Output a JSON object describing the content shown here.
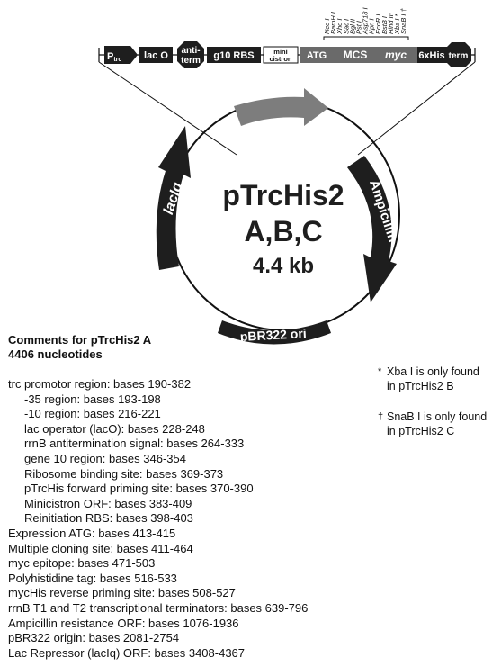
{
  "map": {
    "plasmid_name": "pTrcHis2",
    "versions": "A,B,C",
    "size": "4.4 kb",
    "arrows": {
      "laci": "lacIq",
      "ampicillin": "Ampicillin",
      "ori": "pBR322 ori"
    },
    "cassette": {
      "ptrc": "P",
      "ptrc_sub": "trc",
      "lac_o": "lac O",
      "antiterm_line1": "anti-",
      "antiterm_line2": "term",
      "g10": "g10 RBS",
      "mini_line1": "mini",
      "mini_line2": "cistron",
      "atg": "ATG",
      "mcs": "MCS",
      "myc": "myc",
      "his": "6xHis",
      "term": "term"
    },
    "sites": [
      "Nco I",
      "BamH I",
      "Xho I",
      "Sac I",
      "Bgl II",
      "Pst I",
      "Asp718 I",
      "Kpn I",
      "EcoR I",
      "BstB I",
      "Hind III",
      "Xba I *",
      "SnaB I †"
    ]
  },
  "comments": {
    "title": "Comments for pTrcHis2 A",
    "subtitle": "4406 nucleotides",
    "features": [
      {
        "name": "trc promotor region:",
        "value": "bases 190-382"
      },
      {
        "name": "-35 region:",
        "value": "bases 193-198"
      },
      {
        "name": "-10 region:",
        "value": "bases 216-221"
      },
      {
        "name": "lac operator (lacO):",
        "value": "bases 228-248"
      },
      {
        "name": "rrnB antitermination signal:",
        "value": "bases 264-333"
      },
      {
        "name": "gene 10 region:",
        "value": "bases 346-354"
      },
      {
        "name": "Ribosome binding site:",
        "value": "bases 369-373"
      },
      {
        "name": "pTrcHis forward priming site:",
        "value": "bases 370-390"
      },
      {
        "name": "Minicistron ORF:",
        "value": "bases 383-409"
      },
      {
        "name": "Reinitiation RBS:",
        "value": "bases 398-403"
      },
      {
        "name": "Expression ATG:",
        "value": "bases 413-415"
      },
      {
        "name": "Multiple cloning site:",
        "value": "bases 411-464"
      },
      {
        "name": "myc epitope:",
        "value": "bases 471-503"
      },
      {
        "name": "Polyhistidine tag:",
        "value": "bases 516-533"
      },
      {
        "name": "mycHis reverse priming site:",
        "value": "bases 508-527"
      },
      {
        "name": "rrnB T1 and T2 transcriptional terminators:",
        "value": "bases 639-796"
      },
      {
        "name": "Ampicillin resistance ORF:",
        "value": "bases 1076-1936"
      },
      {
        "name": "pBR322 origin:",
        "value": "bases 2081-2754"
      },
      {
        "name": "Lac Repressor (lacIq) ORF:",
        "value": "bases 3408-4367"
      }
    ]
  },
  "footnotes": {
    "xba_symbol": "*",
    "xba_text_1": "Xba I is only found",
    "xba_text_2": "in pTrcHis2 B",
    "snab_symbol": "†",
    "snab_text_1": "SnaB I is only found",
    "snab_text_2": "in pTrcHis2 C"
  },
  "colors": {
    "dark": "#1e1e1e",
    "gray_arrow": "#7d7d7d",
    "mcs_box": "#6a6a6a"
  }
}
